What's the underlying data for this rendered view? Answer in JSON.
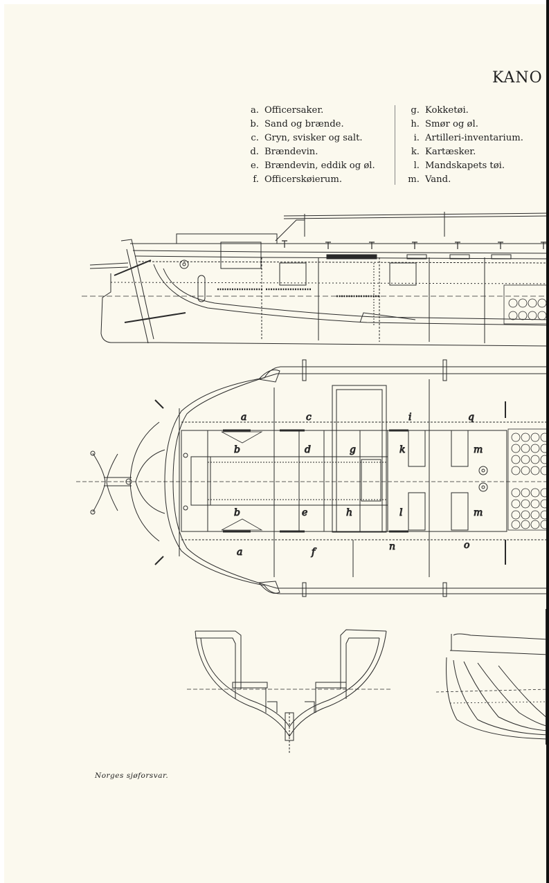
{
  "title": "KANO",
  "legend_left": [
    {
      "key": "a.",
      "text": "Officersaker."
    },
    {
      "key": "b.",
      "text": "Sand og brænde."
    },
    {
      "key": "c.",
      "text": "Gryn, svisker og salt."
    },
    {
      "key": "d.",
      "text": "Brændevin."
    },
    {
      "key": "e.",
      "text": "Brændevin, eddik og øl."
    },
    {
      "key": "f.",
      "text": "Officerskøierum."
    }
  ],
  "legend_right": [
    {
      "key": "g.",
      "text": "Kokketøi."
    },
    {
      "key": "h.",
      "text": "Smør og øl."
    },
    {
      "key": "i.",
      "text": "Artilleri-inventarium."
    },
    {
      "key": "k.",
      "text": "Kartæsker."
    },
    {
      "key": "l.",
      "text": "Mandskapets tøi."
    },
    {
      "key": "m.",
      "text": "Vand."
    }
  ],
  "plan_labels": {
    "a_top": "a",
    "c": "c",
    "i": "i",
    "q": "q",
    "b_top": "b",
    "d": "d",
    "g": "g",
    "k": "k",
    "m_top": "m",
    "b_bottom": "b",
    "e": "e",
    "h": "h",
    "l": "l",
    "m_bottom": "m",
    "a_bottom": "a",
    "f": "f",
    "n": "n",
    "o": "o"
  },
  "credit": "Norges sjøforsvar.",
  "colors": {
    "paper": "#fbf9ee",
    "ink": "#1e1e1e"
  }
}
